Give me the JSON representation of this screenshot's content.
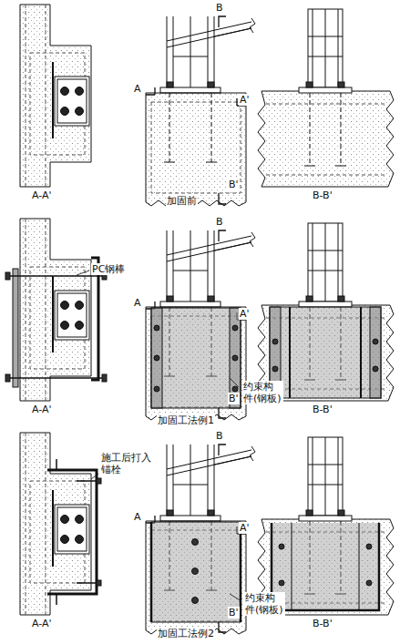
{
  "diagram": {
    "labels": [
      "B",
      "A",
      "A'",
      "A-A'",
      "加固前",
      "B'",
      "B-B'",
      "PC钢棒",
      "B",
      "A",
      "A'",
      "约束构件(钢板)",
      "A-A'",
      "加固工法例1",
      "B'",
      "B-B'",
      "施工后打入 锚栓",
      "B",
      "A",
      "A'",
      "约束构件(钢板)",
      "A-A'",
      "加固工法例2",
      "B'",
      "B-B'"
    ]
  }
}
